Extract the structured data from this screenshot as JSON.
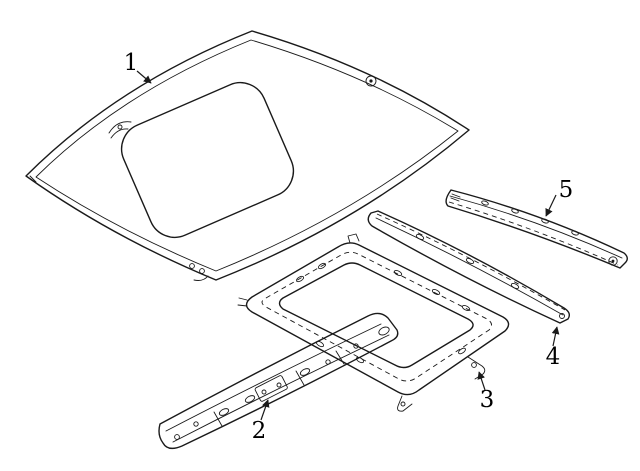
{
  "canvas": {
    "background": "#ffffff",
    "line_color": "#1a1a1a"
  },
  "callouts": [
    {
      "label": "1",
      "part": "roof-panel"
    },
    {
      "label": "2",
      "part": "front-header-panel"
    },
    {
      "label": "3",
      "part": "sunroof-frame"
    },
    {
      "label": "4",
      "part": "rear-rail"
    },
    {
      "label": "5",
      "part": "roof-bow"
    }
  ]
}
